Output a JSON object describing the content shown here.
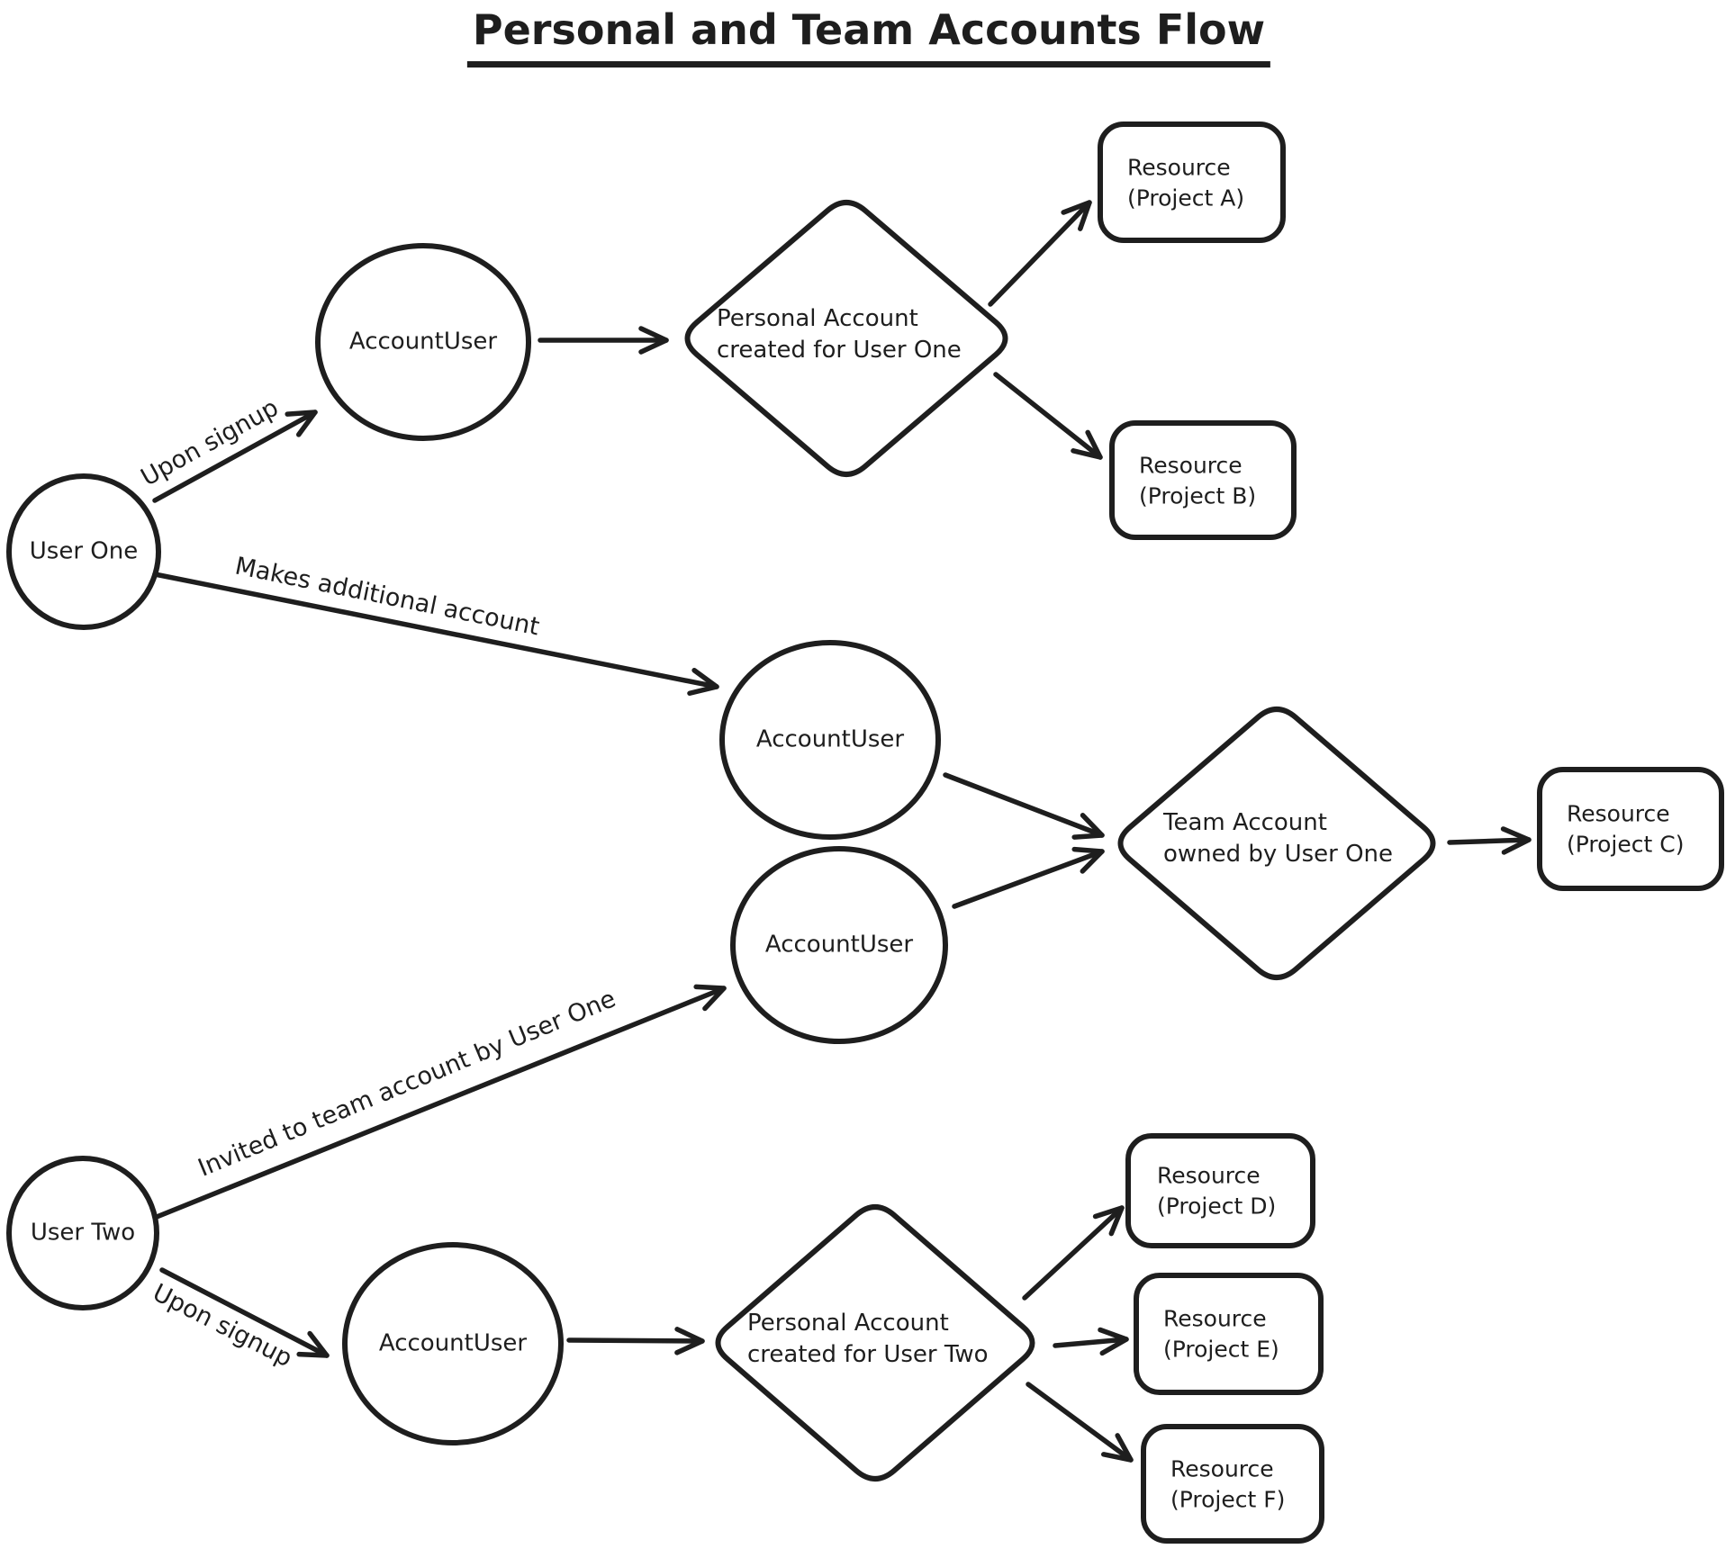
{
  "title": "Personal and Team Accounts Flow",
  "colors": {
    "stroke": "#1e1e1e",
    "background": "#ffffff"
  },
  "nodes": {
    "user_one": {
      "label": "User One"
    },
    "user_two": {
      "label": "User Two"
    },
    "account_user_1": {
      "label": "AccountUser"
    },
    "account_user_2": {
      "label": "AccountUser"
    },
    "account_user_3": {
      "label": "AccountUser"
    },
    "account_user_4": {
      "label": "AccountUser"
    },
    "personal_account_one": {
      "label": "Personal Account\ncreated for User One"
    },
    "team_account": {
      "label": "Team Account\nowned by User One"
    },
    "personal_account_two": {
      "label": "Personal Account\ncreated for User Two"
    },
    "resource_a": {
      "label": "Resource\n(Project A)"
    },
    "resource_b": {
      "label": "Resource\n(Project B)"
    },
    "resource_c": {
      "label": "Resource\n(Project C)"
    },
    "resource_d": {
      "label": "Resource\n(Project D)"
    },
    "resource_e": {
      "label": "Resource\n(Project E)"
    },
    "resource_f": {
      "label": "Resource\n(Project F)"
    }
  },
  "edges": {
    "upon_signup_one": {
      "label": "Upon signup"
    },
    "makes_additional": {
      "label": "Makes additional account"
    },
    "invited_to_team": {
      "label": "Invited to team account by User One"
    },
    "upon_signup_two": {
      "label": "Upon signup"
    }
  }
}
